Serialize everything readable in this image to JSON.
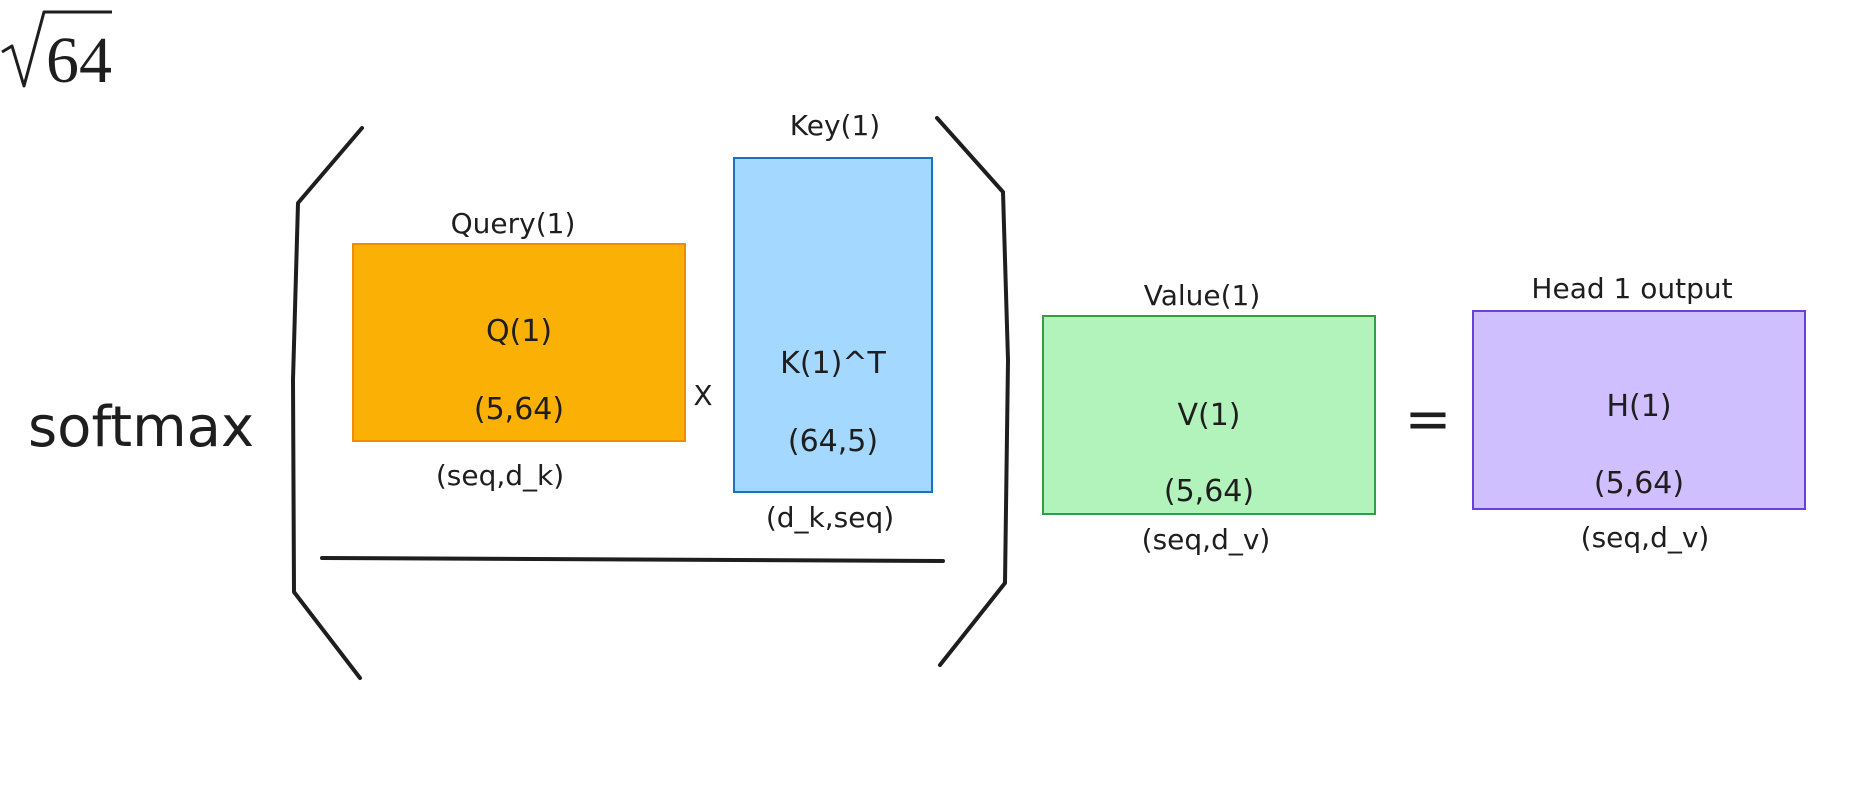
{
  "operator": {
    "softmax_label": "softmax",
    "multiply_sign": "X",
    "equals_sign": "="
  },
  "denominator": {
    "radicand": "64"
  },
  "query": {
    "title": "Query(1)",
    "symbol": "Q(1)",
    "shape": "(5,64)",
    "dims": "(seq,d_k)",
    "fill": "#fbb005",
    "border": "#f08c00"
  },
  "key": {
    "title": "Key(1)",
    "symbol": "K(1)^T",
    "shape": "(64,5)",
    "dims": "(d_k,seq)",
    "fill": "#a5d8ff",
    "border": "#1971c2"
  },
  "value": {
    "title": "Value(1)",
    "symbol": "V(1)",
    "shape": "(5,64)",
    "dims": "(seq,d_v)",
    "fill": "#b2f2bb",
    "border": "#2f9e44"
  },
  "head": {
    "title": "Head 1 output",
    "symbol": "H(1)",
    "shape": "(5,64)",
    "dims": "(seq,d_v)",
    "fill": "#d0bfff",
    "border": "#6741d9"
  }
}
